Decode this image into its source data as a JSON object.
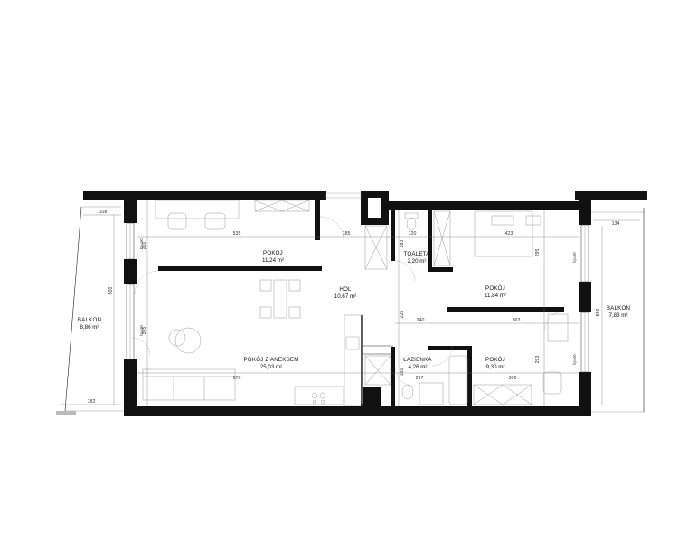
{
  "rooms": {
    "pokoj_top": {
      "name": "POKÓJ",
      "area": "11,24 m²"
    },
    "hol": {
      "name": "HOL",
      "area": "10,67 m²"
    },
    "toaleta": {
      "name": "TOALETA",
      "area": "2,20 m²"
    },
    "pokoj_right_top": {
      "name": "POKÓJ",
      "area": "11,84 m²"
    },
    "pokoj_aneks": {
      "name": "POKÓJ Z ANEKSEM",
      "area": "25,03 m²"
    },
    "lazienka": {
      "name": "ŁAZIENKA",
      "area": "4,26 m²"
    },
    "pokoj_right_bottom": {
      "name": "POKÓJ",
      "area": "9,30 m²"
    },
    "balkon_left": {
      "name": "BALKON",
      "area": "8,86 m²"
    },
    "balkon_right": {
      "name": "BALKON",
      "area": "7,83 m²"
    }
  },
  "dimensions": {
    "d535": "535",
    "d185": "185",
    "d120": "120",
    "d423": "423",
    "d240": "240",
    "d363": "363",
    "d670": "670",
    "d297": "297",
    "d306": "306",
    "v210": "210",
    "v395": "395",
    "v183": "183",
    "v225": "225",
    "v160": "160",
    "v295": "295",
    "v293": "293",
    "b108": "108",
    "b182": "182",
    "b500": "500",
    "b134": "134",
    "b550": "550"
  },
  "sill_labels": {
    "s1": "hp=90",
    "s2": "hp=90",
    "s3": "hp=90",
    "s4": "hp=90"
  }
}
